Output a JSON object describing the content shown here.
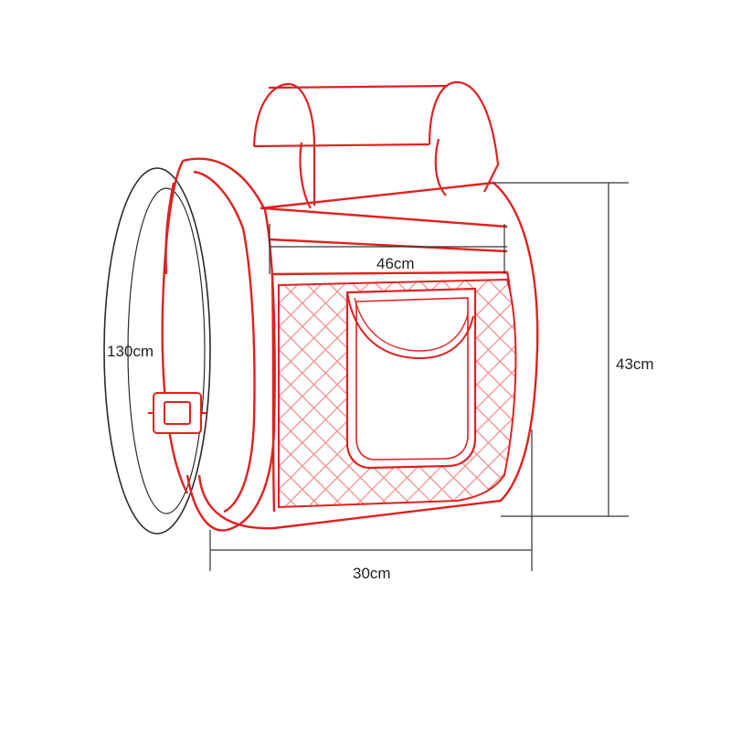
{
  "colors": {
    "outline": "#e02020",
    "mesh": "#f08a8a",
    "dimension": "#333333",
    "strap": "#2a2a2a",
    "background": "#ffffff"
  },
  "dimensions": {
    "width_label": "46cm",
    "height_label": "43cm",
    "depth_label": "30cm",
    "strap_label": "130cm"
  }
}
